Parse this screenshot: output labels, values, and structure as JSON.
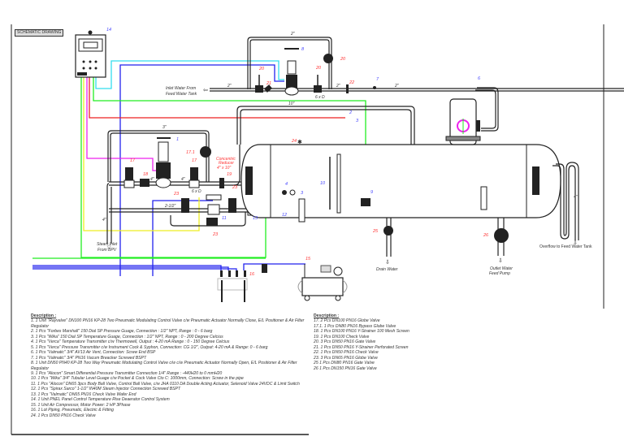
{
  "title": "SCHEMATIC DRAWING",
  "labels": {
    "inlet_water": [
      "Inlet Water From",
      "Feed Water Tank"
    ],
    "steam_inlet": [
      "Steam Inlet",
      "From BPV"
    ],
    "reducer": [
      "Concentric",
      "Reducer",
      "4\" x 10\""
    ],
    "drain": "Drain Water",
    "outlet": [
      "Outlet Water",
      "Feed Pump"
    ],
    "overflow": "Overflow to Feed Water Tank",
    "sizes": {
      "top_loop": "2\"",
      "inlet_a": "2\"",
      "inlet_b": "2\"",
      "inlet_c": "2\"",
      "ten": "10\"",
      "three": "3\"",
      "four_a": "4\"",
      "four_b": "4\"",
      "six_d_a": "6 x D",
      "six_d_b": "6 x D",
      "bypass": "2-1/2\"",
      "four_c": "4\"",
      "overflow_size": "4\""
    }
  },
  "tags": {
    "t14": "14",
    "t1": "1",
    "t8": "8",
    "t20a": "20",
    "t20b": "20",
    "t20c": "20",
    "t21": "21",
    "t22": "22",
    "t7": "7",
    "t6": "6",
    "t2": "2",
    "t3a": "3",
    "t17a": "17",
    "t18": "18",
    "t171": "17.1",
    "t17b": "17",
    "t19": "19",
    "t23a": "23",
    "t23b": "23",
    "t11": "11",
    "t13": "13",
    "t23c": "23",
    "t12": "12",
    "t4": "4",
    "t3b": "3",
    "t10": "10",
    "t9": "9",
    "t24": "24",
    "t25": "25",
    "t26": "26",
    "t15": "15",
    "t16": "16"
  },
  "colors": {
    "cyan": "#33ddee",
    "blue": "#2222ee",
    "green": "#22ee22",
    "red": "#ee2222",
    "magenta": "#ee22ee",
    "yellow": "#eeee22"
  },
  "description_left": {
    "heading": "Description :",
    "items": [
      "1. 1 Unit \"Rayvalve\" DN100 PN16 KP-28 Two Pneumatic Modulating Control Valve c/w Pneumatic Actuator Normally Close, E/L Positioner & Air Filter Regulator",
      "2. 1 Pcs \"Forbes Marshall\" 150 Dial SP Pressure Guage, Connection : 1/2\" NPT, Range : 0 - 6 barg",
      "3. 1 Pcs \"Wika\" 150 Dial SP Temperature Guage, Connection : 1/2\" NPT, Range : 0 - 200 Degree Celcius",
      "4. 1 Pcs \"Verca\" Temperature Transmitter c/w Thermowell, Output : 4-20 mA Range : 0 - 150 Degree Celcius",
      "5. 1 Pcs \"Verca\" Pressure Transmitter c/w Instrument Cock & Syphon, Connection: CG 1/2\", Output: 4-20 mA & Range: 0 - 6 barg",
      "6. 1 Pcs \"Valmatic\" 3/4\" AV13 Air Vent, Connection: Screw End BSP",
      "7. 1 Pcs \"Valmatic\" 3/4\" PN16 Vacum Breacker Screwed BSPT",
      "8. 1 Unit DN50 PN40 KP-28 Two Way Pneumatic Modulating Control Valve c/w c/w Pneumatic Actuator Normally Open, E/L Positioner & Air Filter Regulator",
      "9. 1 Pcs \"Alocon\" Smart Differential Pressure Transmitter Connection 1/4\" Range : -440H20 to 0 mmH20",
      "10. 1 Pcs \"Wika\" 3/4\" Tubular Level Guage c/w Pocket & Cock Valve Cto C: 1000mm, Connection: Screw in the pipe",
      "11. 1 Pcs \"Alocon\" DN65 3pcs Body Ball Valve, Control Ball Valve, c/w JHA 0110 DA Double Acting Actuator, Selenoid Valve 24VDC & Limit Switch",
      "12. 1 Pcs \"Spirax Sarco\" 1-1/2\" IN40M Steam Injector Connection Screwed BSPT",
      "13. 1 Pcs \"Valmatic\" DN65 PN16 Check Valve Wafer End",
      "14. 1 Unit PNEL Panel Control Temperature Rise Deaerator Control System",
      "15. 1 Unit Air Compressor, Motor Power: 2 HP 3Phase",
      "16. 1 Lot Piping, Pneumatic, Electric & Fitting",
      "24. 1 Pcs DN50 PN16 Check Valve"
    ]
  },
  "description_right": {
    "heading": "Description :",
    "items": [
      "17. 2 Pcs DN100 PN16 Globe Valve",
      "17.1. 1 Pcs DN80 PN16 Bypass Globe Valve",
      "18. 1 Pcs DN100 PN16 Y-Strainer 100 Mesh Screen",
      "19. 1 Pcs DN100 Check Valve",
      "20. 3 Pcs DN50 PN16 Gate Valve",
      "21. 1 Pcs DN50 PN16 Y-Strainer Perforated Screen",
      "22. 1 Pcs DN50 PN16 Check Valve",
      "23. 3 Pcs DN65 PN16 Globe Valve",
      "25 1 Pcs DN80 PN16 Gate Valve",
      "26 1 Pcs DN150 PN16 Gate Valve"
    ]
  }
}
